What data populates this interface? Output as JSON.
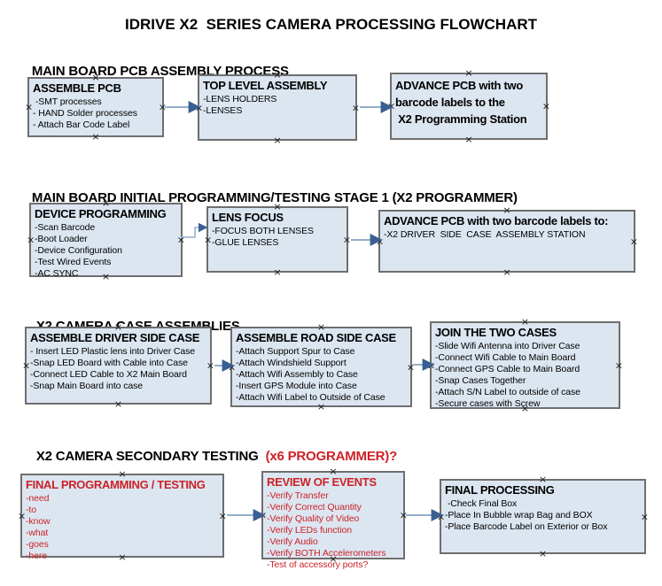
{
  "page_title": "IDRIVE X2  SERIES CAMERA PROCESSING FLOWCHART",
  "colors": {
    "box_fill": "#dce6f1",
    "box_border": "#6e6e6e",
    "red_text": "#cc2227",
    "black_text": "#000000",
    "arrow_line": "#94aecb",
    "arrow_head": "#3a5e92"
  },
  "icons": {
    "connection_handle": "×"
  },
  "sections": {
    "s1": {
      "heading": "MAIN BOARD PCB ASSEMBLY PROCESS",
      "heading_red": ""
    },
    "s2": {
      "heading": "MAIN BOARD INITIAL PROGRAMMING/TESTING STAGE 1 (X2 PROGRAMMER)",
      "heading_red": ""
    },
    "s3": {
      "heading": "X2 CAMERA CASE ASSEMBLIES",
      "heading_red": ""
    },
    "s4": {
      "heading": "X2 CAMERA SECONDARY TESTING  ",
      "heading_red": "(x6 PROGRAMMER)?"
    }
  },
  "boxes": {
    "assemble_pcb": {
      "title": "ASSEMBLE PCB",
      "items": [
        " -SMT processes",
        "- HAND Solder processes",
        "- Attach Bar Code Label"
      ]
    },
    "top_level_assembly": {
      "title": "TOP LEVEL ASSEMBLY",
      "items": [
        "-LENS HOLDERS",
        "-LENSES"
      ]
    },
    "advance_pcb_programming_station": {
      "title": "ADVANCE PCB with two\nbarcode labels to the\n X2 Programming Station",
      "items": []
    },
    "device_programming": {
      "title": "DEVICE PROGRAMMING",
      "items": [
        "-Scan Barcode",
        "-Boot Loader",
        "-Device Configuration",
        "-Test Wired Events",
        "-AC SYNC"
      ]
    },
    "lens_focus": {
      "title": "LENS FOCUS",
      "items": [
        "-FOCUS BOTH LENSES",
        "-GLUE LENSES"
      ]
    },
    "advance_pcb_driver_station": {
      "title": "ADVANCE PCB with two barcode labels to:",
      "items": [
        "-X2 DRIVER  SIDE  CASE  ASSEMBLY STATION"
      ]
    },
    "assemble_driver_side_case": {
      "title": "ASSEMBLE DRIVER SIDE CASE",
      "items": [
        "- Insert LED Plastic lens into Driver Case",
        "-Snap LED Board with Cable into Case",
        "-Connect LED Cable to X2 Main Board",
        "-Snap Main Board into case"
      ]
    },
    "assemble_road_side_case": {
      "title": "ASSEMBLE ROAD SIDE CASE",
      "items": [
        "-Attach Support Spur to Case",
        "-Attach Windshield Support",
        "-Attach Wifi Assembly to Case",
        "-Insert GPS Module into Case",
        "-Attach Wifi Label to Outside of Case"
      ]
    },
    "join_the_two_cases": {
      "title": "JOIN THE TWO CASES",
      "items": [
        "-Slide Wifi Antenna into Driver Case",
        "-Connect Wifi Cable to Main Board",
        "-Connect GPS Cable to Main Board",
        "-Snap Cases Together",
        "-Attach S/N Label to outside of case",
        "-Secure cases with Screw"
      ]
    },
    "final_programming_testing": {
      "title": "FINAL PROGRAMMING / TESTING",
      "items": [
        "-need",
        "-to",
        "-know",
        "-what",
        "-goes",
        "-here"
      ]
    },
    "review_of_events": {
      "title": "REVIEW OF EVENTS",
      "items": [
        "-Verify Transfer",
        "-Verify Correct Quantity",
        "-Verify Quality of Video",
        "-Verify LEDs function",
        "-Verify Audio",
        "-Verify BOTH Accelerometers",
        "-Test of accessory ports?"
      ]
    },
    "final_processing": {
      "title": "FINAL PROCESSING",
      "items": [
        " -Check Final Box",
        "-Place In Bubble wrap Bag and BOX",
        "-Place Barcode Label on Exterior or Box"
      ]
    }
  }
}
